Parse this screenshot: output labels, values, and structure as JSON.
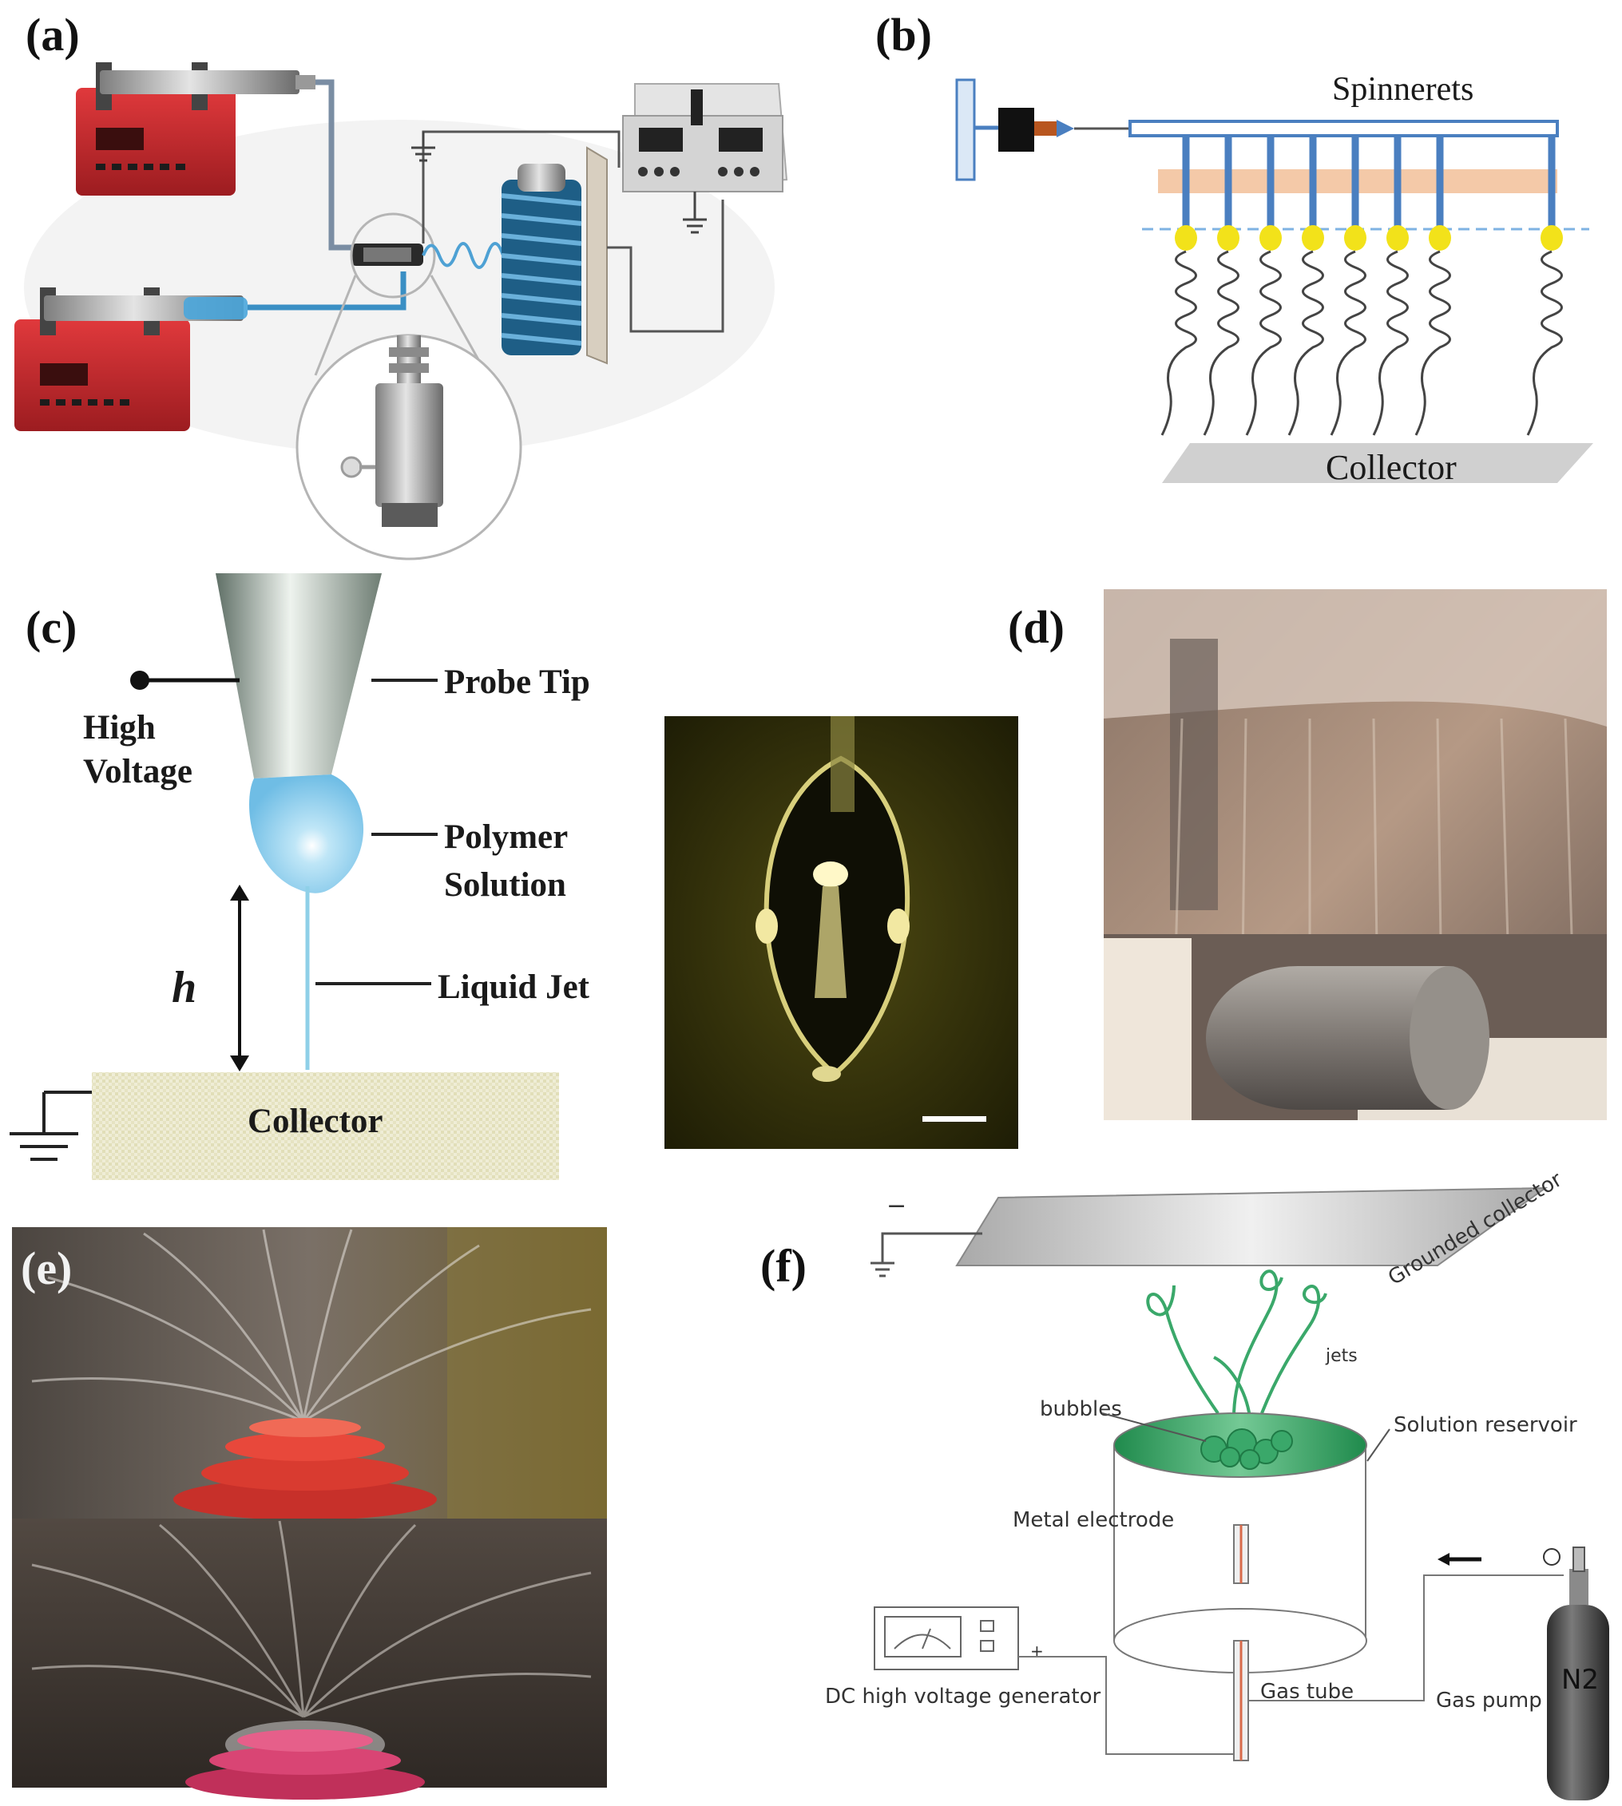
{
  "panels": {
    "a": {
      "label": "(a)"
    },
    "b": {
      "label": "(b)",
      "spinnerets": "Spinnerets",
      "collector": "Collector"
    },
    "c": {
      "label": "(c)",
      "probe_tip": "Probe Tip",
      "high": "High",
      "voltage": "Voltage",
      "polymer": "Polymer",
      "solution": "Solution",
      "liquid_jet": "Liquid Jet",
      "h": "h",
      "collector": "Collector"
    },
    "d": {
      "label": "(d)"
    },
    "e": {
      "label": "(e)"
    },
    "f": {
      "label": "(f)",
      "grounded_collector": "Grounded collector",
      "jets": "jets",
      "bubbles": "bubbles",
      "solution_reservoir": "Solution reservoir",
      "metal_electrode": "Metal electrode",
      "dc_generator": "DC high voltage generator",
      "gas_tube": "Gas tube",
      "gas_pump": "Gas pump",
      "n2": "N2",
      "minus": "−",
      "plus": "+"
    }
  },
  "colors": {
    "pump_red": "#c8282c",
    "tube_blue": "#3a8fc4",
    "spinneret_blue": "#4a7fc0",
    "droplet_yellow": "#f2e21a",
    "bar_peach": "#f4c9a8",
    "green_solution": "#2e9a5a"
  }
}
